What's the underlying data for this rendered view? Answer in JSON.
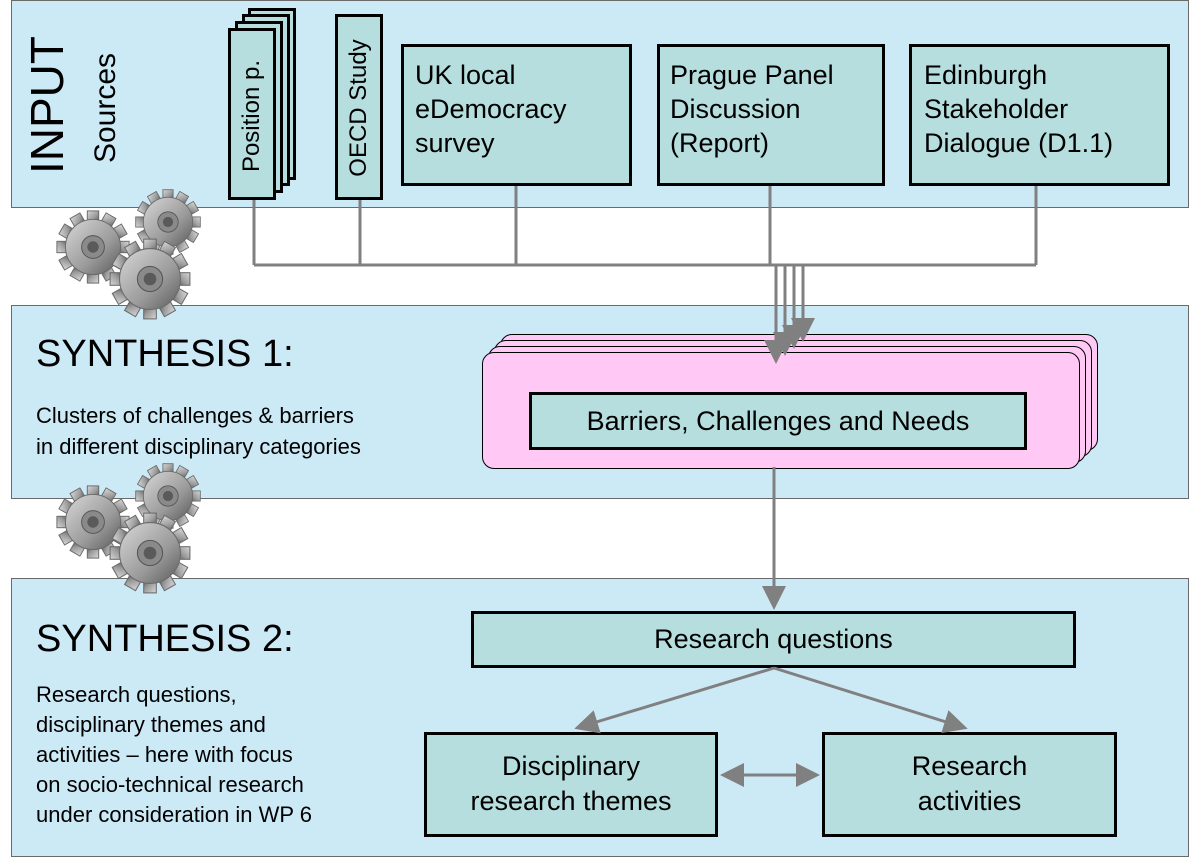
{
  "input": {
    "title": "INPUT",
    "subtitle": "Sources",
    "position_paper": "Position p.",
    "oecd_study": "OECD Study",
    "uk_survey": "UK local\neDemocracy\nsurvey",
    "prague": "Prague Panel\nDiscussion\n(Report)",
    "edinburgh": "Edinburgh\nStakeholder\nDialogue (D1.1)"
  },
  "synthesis1": {
    "title": "SYNTHESIS 1:",
    "description": "Clusters of challenges & barriers\nin different disciplinary categories",
    "box_label": "Barriers, Challenges and Needs"
  },
  "synthesis2": {
    "title": "SYNTHESIS 2:",
    "description": "Research questions,\ndisciplinary themes and\nactivities – here with focus\non socio-technical research\nunder consideration in WP 6",
    "research_questions": "Research questions",
    "disciplinary_themes": "Disciplinary\nresearch themes",
    "research_activities": "Research\nactivities"
  },
  "colors": {
    "band": "#cce9f6",
    "box": "#b6dede",
    "pink": "#ffc8f5",
    "connector": "#808080"
  },
  "icons": [
    "gear-icon",
    "gear-icon"
  ]
}
